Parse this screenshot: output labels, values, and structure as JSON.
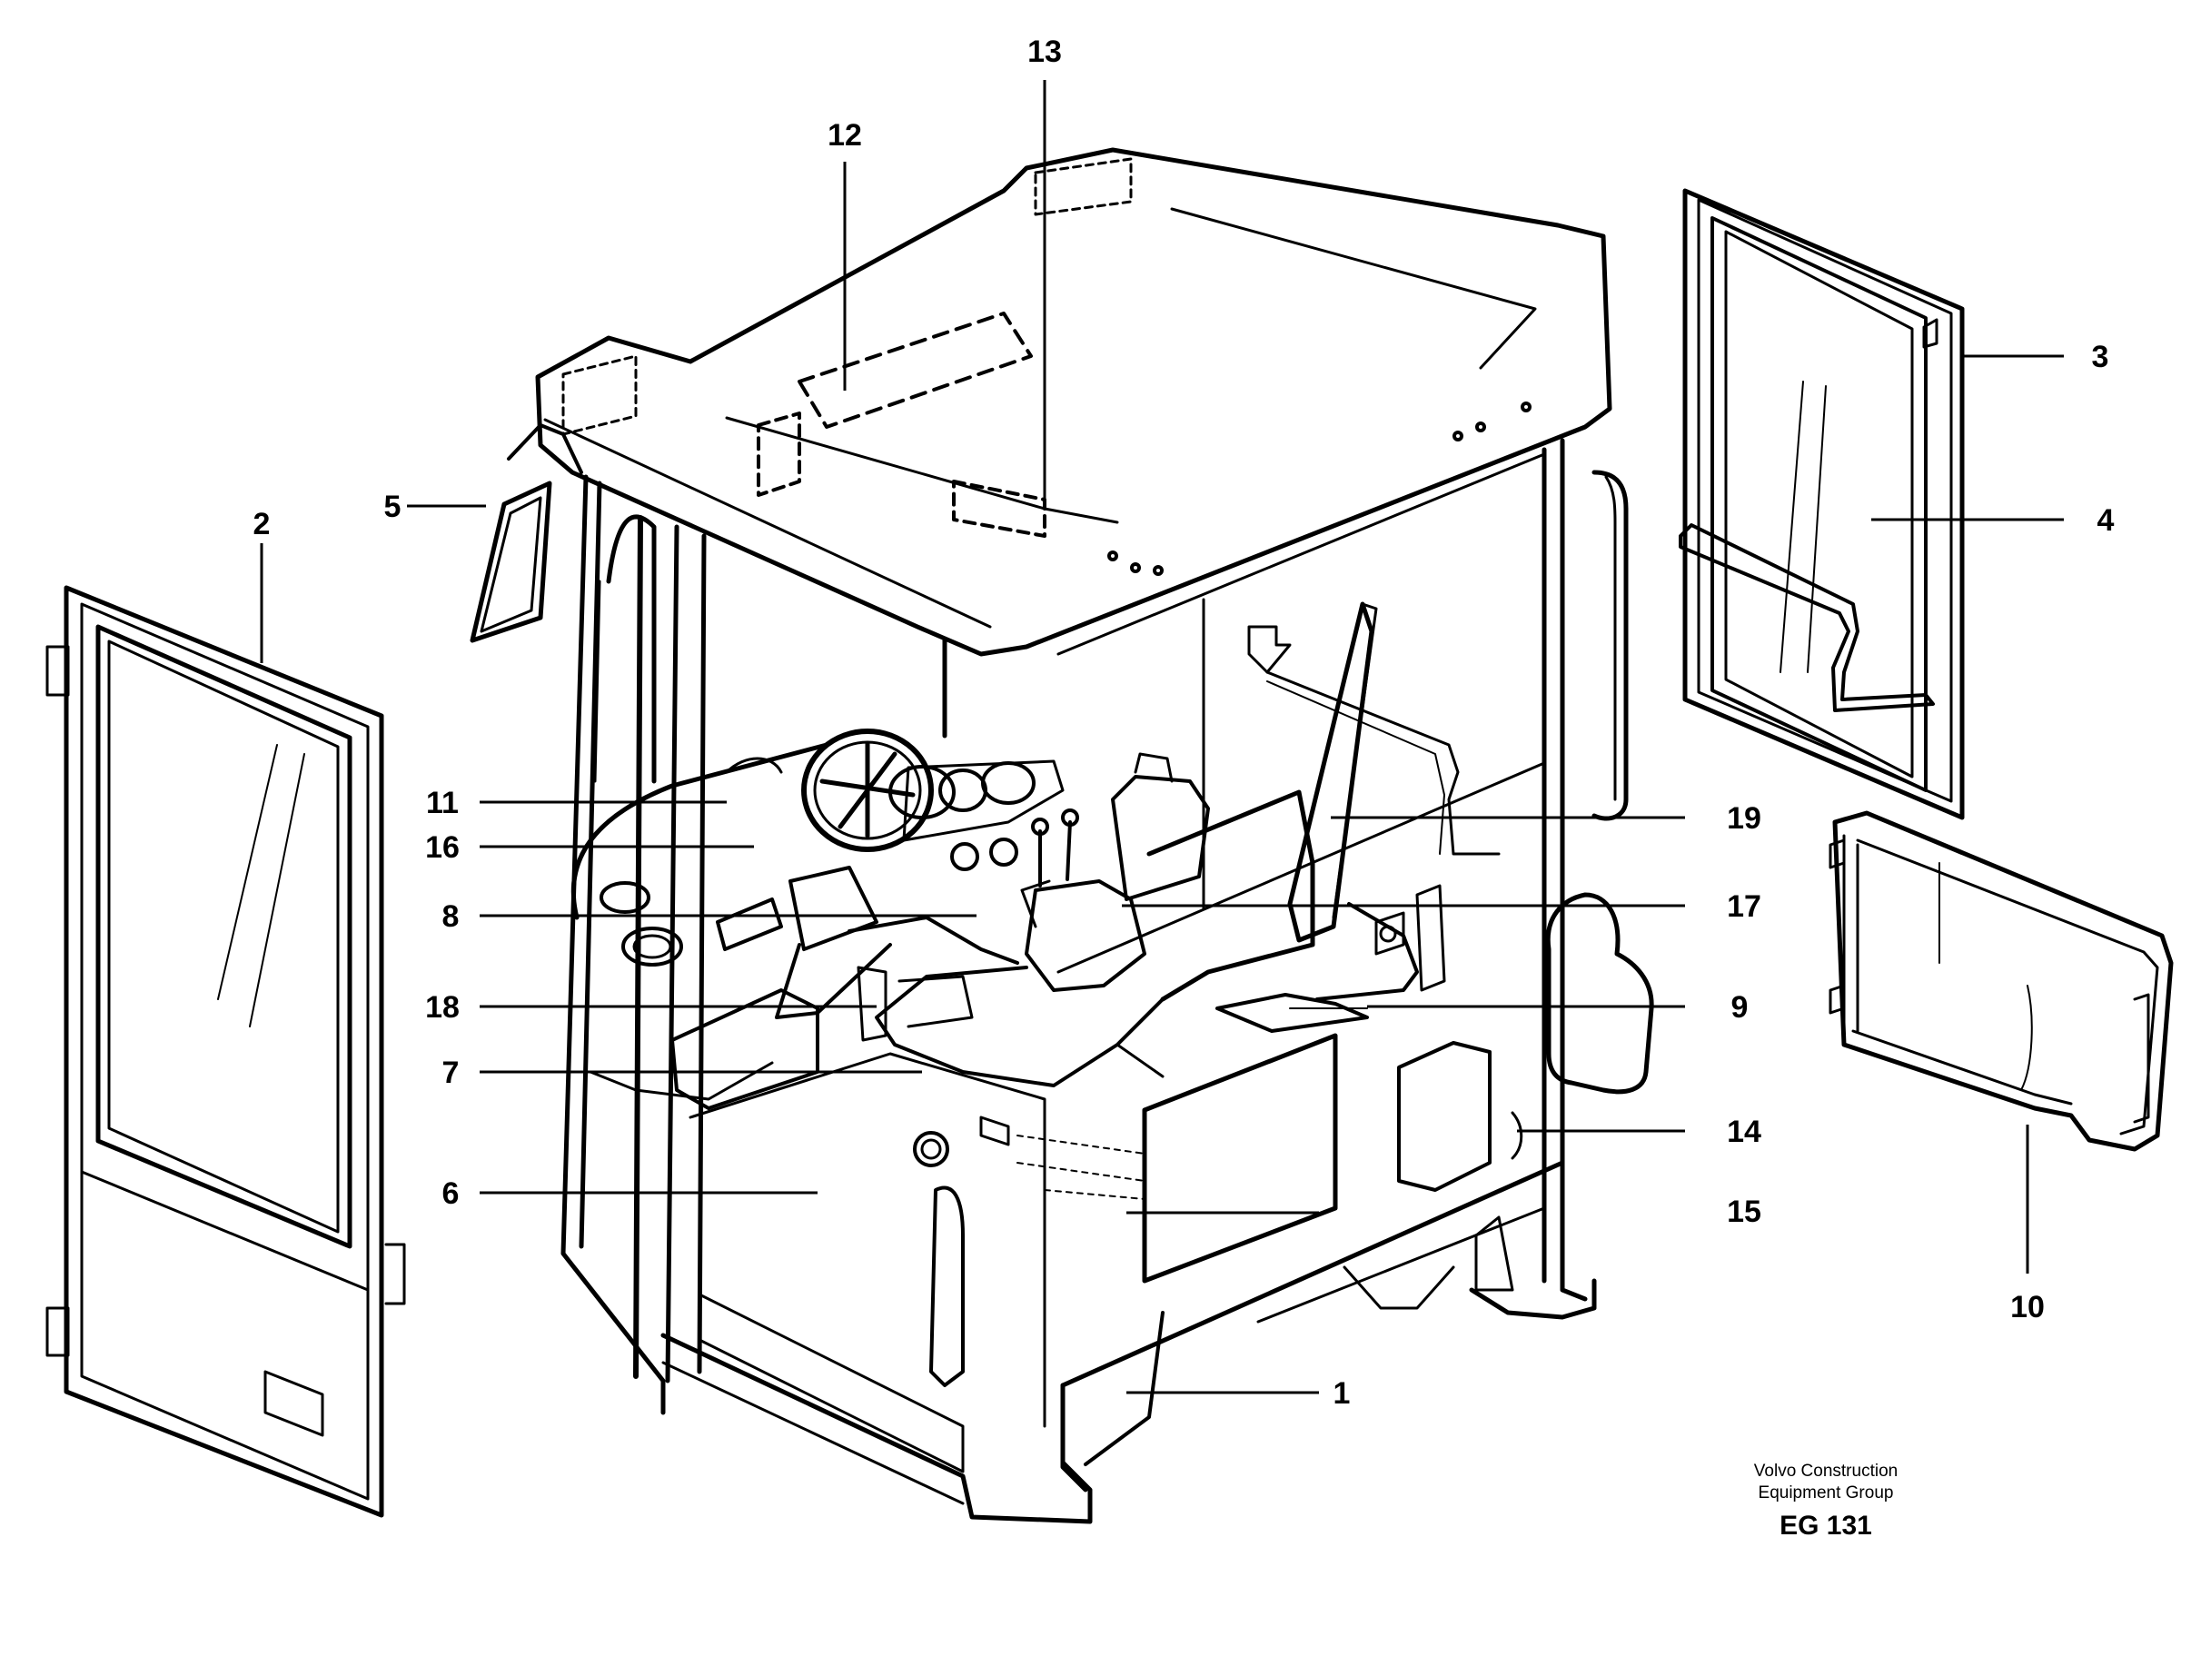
{
  "labels": {
    "l1": "1",
    "l2": "2",
    "l3": "3",
    "l4": "4",
    "l5": "5",
    "l6": "6",
    "l7": "7",
    "l8": "8",
    "l9": "9",
    "l10": "10",
    "l11": "11",
    "l12": "12",
    "l13": "13",
    "l14": "14",
    "l15": "15",
    "l16": "16",
    "l17": "17",
    "l18": "18",
    "l19": "19"
  },
  "caption": {
    "line1": "Volvo Construction",
    "line2": "Equipment Group",
    "code": "EG 131"
  }
}
